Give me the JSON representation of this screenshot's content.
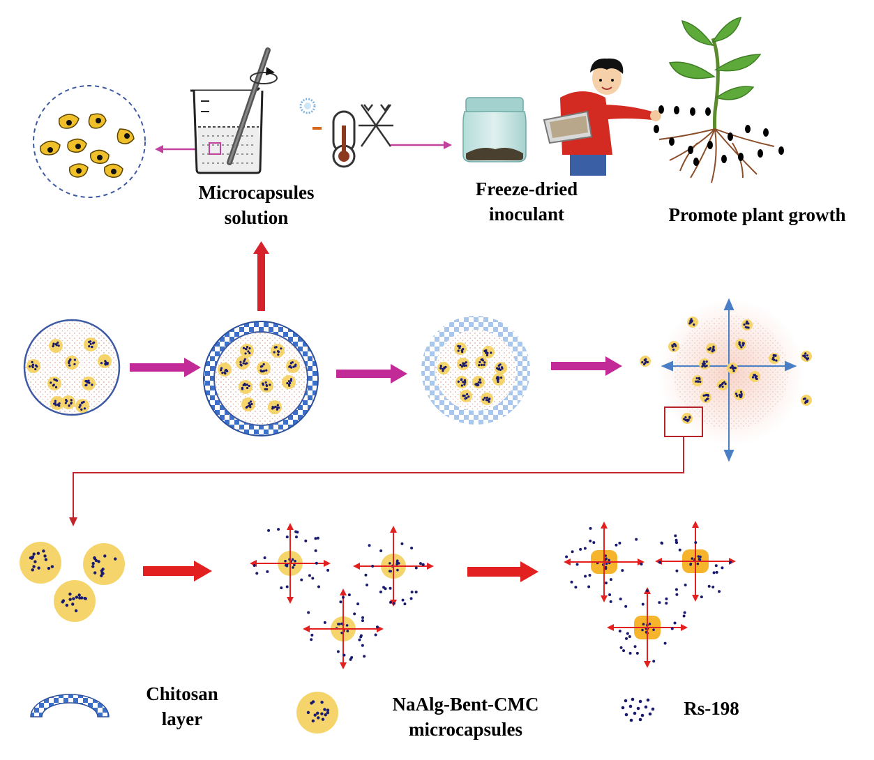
{
  "labels": {
    "microcapsules_solution": [
      "Microcapsules",
      "solution"
    ],
    "freeze_dried": [
      "Freeze-dried",
      "inoculant"
    ],
    "promote": "Promote plant growth"
  },
  "legend": {
    "chitosan": [
      "Chitosan",
      "layer"
    ],
    "naalg": [
      "NaAlg-Bent-CMC",
      "microcapsules"
    ],
    "rs": "Rs-198"
  },
  "colors": {
    "capsule_fill": "#f5d56b",
    "bacteria": "#1a1a6e",
    "chitosan": "#3b6fc9",
    "magenta_arrow": "#c2419f",
    "red_arrow": "#e32020",
    "blue_arrow": "#4a7fc6",
    "connector": "#c0262c"
  }
}
